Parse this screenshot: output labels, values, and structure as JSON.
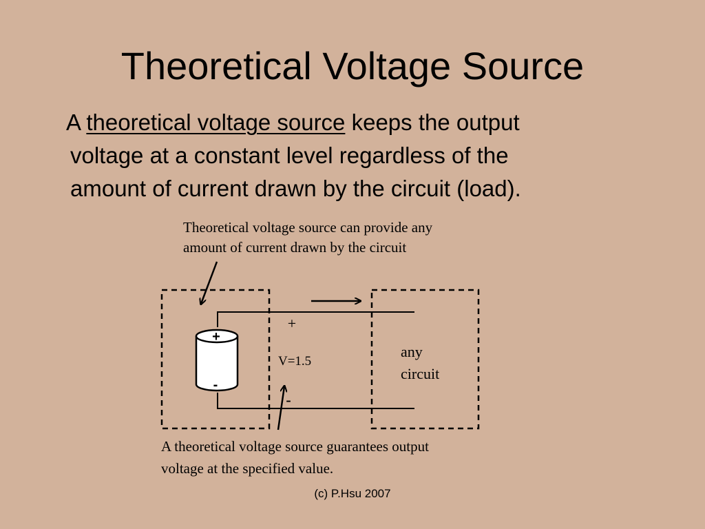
{
  "title": "Theoretical Voltage Source",
  "paragraph": {
    "prefix": "A ",
    "term": "theoretical voltage source",
    "suffix": " keeps the output",
    "line2": "voltage at a constant level regardless of the",
    "line3": "amount of current drawn by the circuit (load)."
  },
  "diagram": {
    "top_annotation_line1": "Theoretical voltage  source can provide any",
    "top_annotation_line2": "amount of current drawn by the circuit",
    "battery_plus": "+",
    "battery_minus": "-",
    "output_plus": "+",
    "output_minus": "-",
    "voltage_label": "V=1.5",
    "load_label_line1": "any",
    "load_label_line2": "circuit",
    "bottom_annotation_line1": "A theoretical  voltage source guarantees output",
    "bottom_annotation_line2": "voltage at the specified value."
  },
  "footer": "(c) P.Hsu 2007",
  "colors": {
    "background": "#D2B29B",
    "ink": "#000000",
    "battery_fill": "#FFFFFF"
  }
}
